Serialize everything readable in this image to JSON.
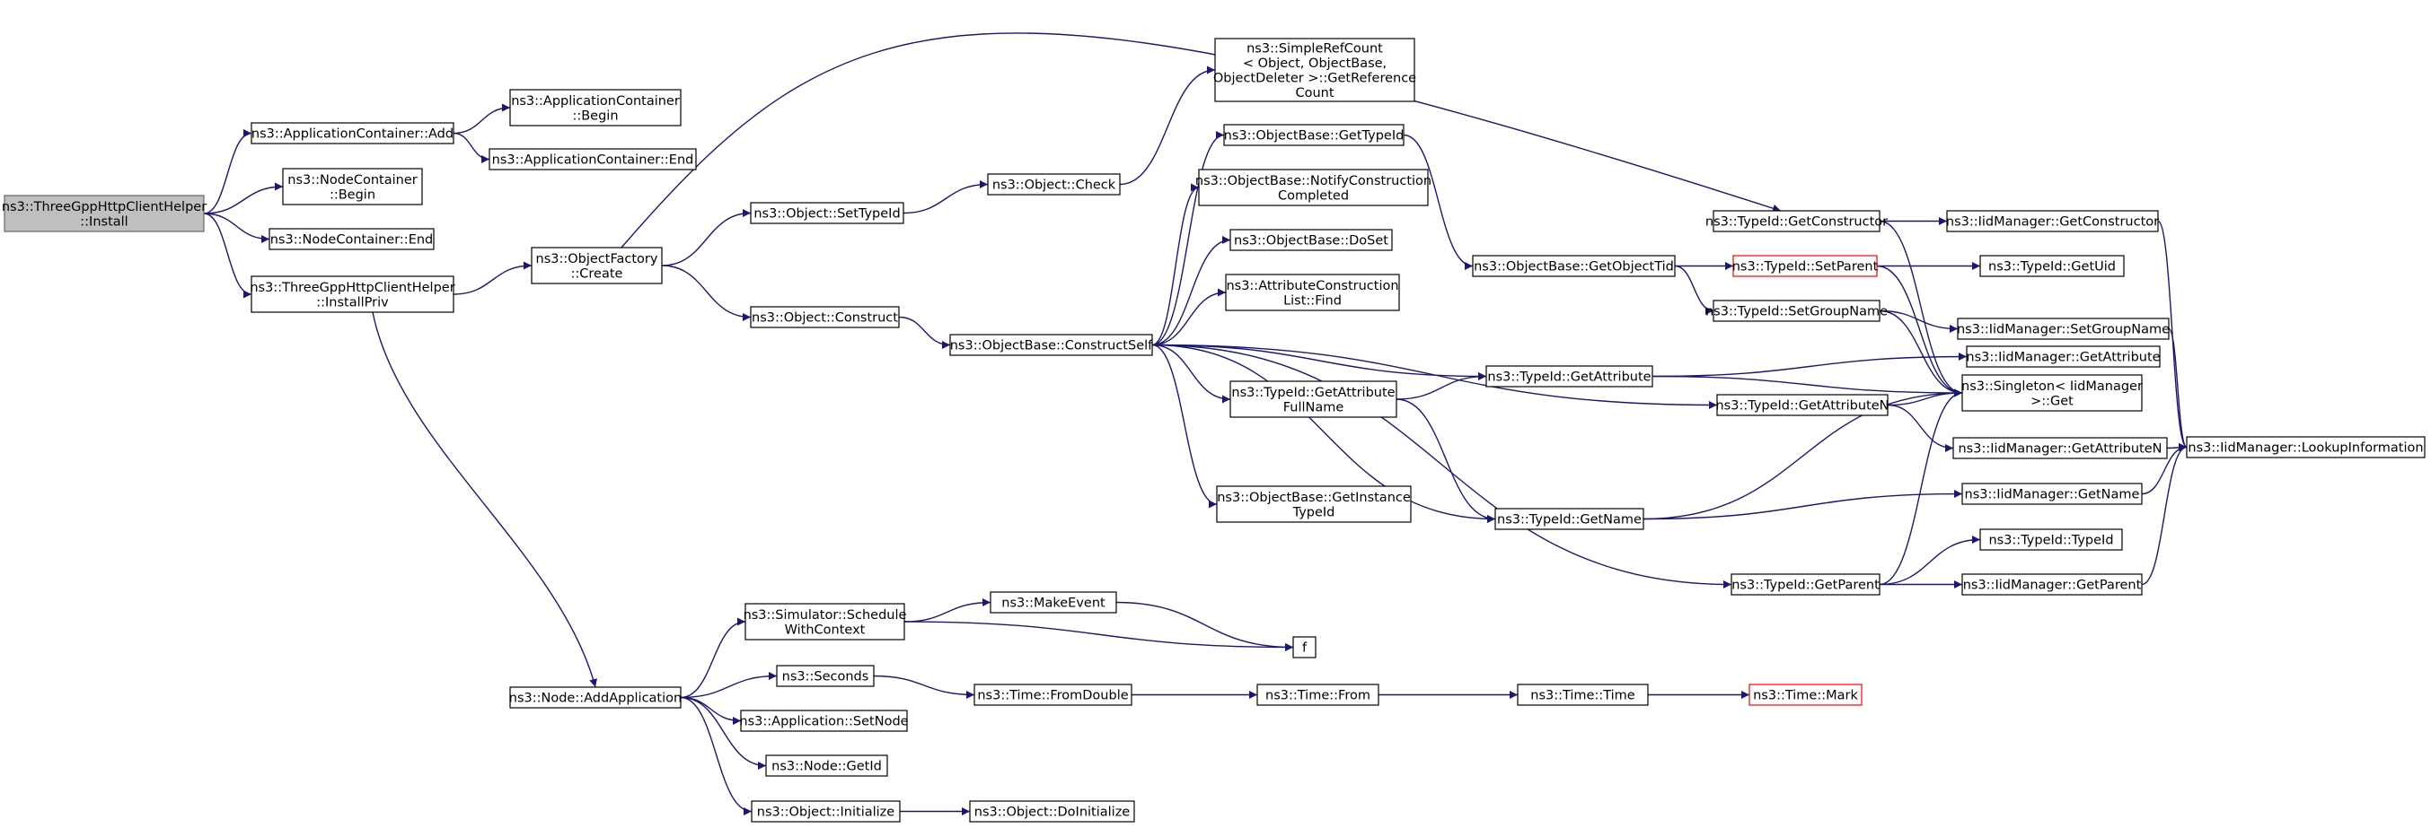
{
  "nodes": {
    "root": [
      "ns3::ThreeGppHttpClientHelper",
      "::Install"
    ],
    "appAdd": [
      "ns3::ApplicationContainer::Add"
    ],
    "appBegin": [
      "ns3::ApplicationContainer",
      "::Begin"
    ],
    "appEnd": [
      "ns3::ApplicationContainer::End"
    ],
    "ncBegin": [
      "ns3::NodeContainer",
      "::Begin"
    ],
    "ncEnd": [
      "ns3::NodeContainer::End"
    ],
    "installPriv": [
      "ns3::ThreeGppHttpClientHelper",
      "::InstallPriv"
    ],
    "ofCreate": [
      "ns3::ObjectFactory",
      "::Create"
    ],
    "objSetTypeId": [
      "ns3::Object::SetTypeId"
    ],
    "objConstruct": [
      "ns3::Object::Construct"
    ],
    "objCheck": [
      "ns3::Object::Check"
    ],
    "srcGetRef": [
      "ns3::SimpleRefCount",
      "< Object, ObjectBase,",
      "ObjectDeleter >::GetReference",
      "Count"
    ],
    "obGetTypeId": [
      "ns3::ObjectBase::GetTypeId"
    ],
    "obNotify": [
      "ns3::ObjectBase::NotifyConstruction",
      "Completed"
    ],
    "obDoSet": [
      "ns3::ObjectBase::DoSet"
    ],
    "acFind": [
      "ns3::AttributeConstruction",
      "List::Find"
    ],
    "obConstructSelf": [
      "ns3::ObjectBase::ConstructSelf"
    ],
    "tidGetAttrFull": [
      "ns3::TypeId::GetAttribute",
      "FullName"
    ],
    "obGetInstance": [
      "ns3::ObjectBase::GetInstance",
      "TypeId"
    ],
    "obGetObjectTid": [
      "ns3::ObjectBase::GetObjectTid"
    ],
    "tidGetConstructor": [
      "ns3::TypeId::GetConstructor"
    ],
    "tidSetParent": [
      "ns3::TypeId::SetParent"
    ],
    "tidSetGroupName": [
      "ns3::TypeId::SetGroupName"
    ],
    "tidGetAttribute": [
      "ns3::TypeId::GetAttribute"
    ],
    "tidGetAttributeN": [
      "ns3::TypeId::GetAttributeN"
    ],
    "tidGetName": [
      "ns3::TypeId::GetName"
    ],
    "tidGetParent": [
      "ns3::TypeId::GetParent"
    ],
    "imGetConstructor": [
      "ns3::IidManager::GetConstructor"
    ],
    "tidGetUid": [
      "ns3::TypeId::GetUid"
    ],
    "imSetGroupName": [
      "ns3::IidManager::SetGroupName"
    ],
    "imGetAttribute": [
      "ns3::IidManager::GetAttribute"
    ],
    "singletonGet": [
      "ns3::Singleton< IidManager",
      " >::Get"
    ],
    "imGetAttributeN": [
      "ns3::IidManager::GetAttributeN"
    ],
    "imGetName": [
      "ns3::IidManager::GetName"
    ],
    "tidTypeId": [
      "ns3::TypeId::TypeId"
    ],
    "imGetParent": [
      "ns3::IidManager::GetParent"
    ],
    "imLookup": [
      "ns3::IidManager::LookupInformation"
    ],
    "nodeAddApp": [
      "ns3::Node::AddApplication"
    ],
    "simSchedule": [
      "ns3::Simulator::Schedule",
      "WithContext"
    ],
    "makeEvent": [
      "ns3::MakeEvent"
    ],
    "f": [
      "f"
    ],
    "seconds": [
      "ns3::Seconds"
    ],
    "timeFromDouble": [
      "ns3::Time::FromDouble"
    ],
    "timeFrom": [
      "ns3::Time::From"
    ],
    "timeTime": [
      "ns3::Time::Time"
    ],
    "timeMark": [
      "ns3::Time::Mark"
    ],
    "appSetNode": [
      "ns3::Application::SetNode"
    ],
    "nodeGetId": [
      "ns3::Node::GetId"
    ],
    "objInitialize": [
      "ns3::Object::Initialize"
    ],
    "objDoInitialize": [
      "ns3::Object::DoInitialize"
    ]
  },
  "colors": {
    "edge": "#191970",
    "root_fill": "#bfbfbf",
    "truncated_border": "#ff0000"
  }
}
